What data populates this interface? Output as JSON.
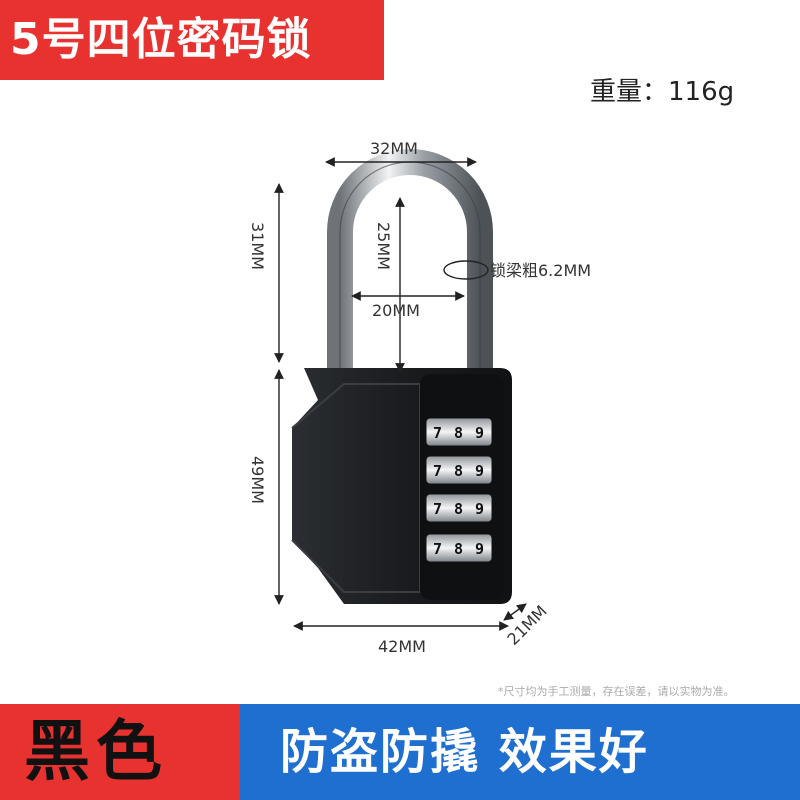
{
  "header": {
    "title": "5号四位密码锁"
  },
  "spec": {
    "weight": "重量：116g"
  },
  "dimensions": {
    "shackle_outer_width": "32MM",
    "shackle_inner_width": "20MM",
    "shackle_height": "31MM",
    "shackle_inner_height": "25MM",
    "shackle_thickness": "锁梁粗6.2MM",
    "body_height": "49MM",
    "body_width": "42MM",
    "body_depth": "21MM"
  },
  "dials": [
    [
      "7",
      "8",
      "9"
    ],
    [
      "7",
      "8",
      "9"
    ],
    [
      "7",
      "8",
      "9"
    ],
    [
      "7",
      "8",
      "9"
    ]
  ],
  "footnote": "*尺寸均为手工测量，存在误差，请以实物为准。",
  "footer": {
    "color_label": "黑色",
    "slogan": "防盗防撬 效果好"
  },
  "colors": {
    "accent_red": "#e8322f",
    "accent_blue": "#1f6fd1",
    "lock_body": "#1a1c1f"
  }
}
